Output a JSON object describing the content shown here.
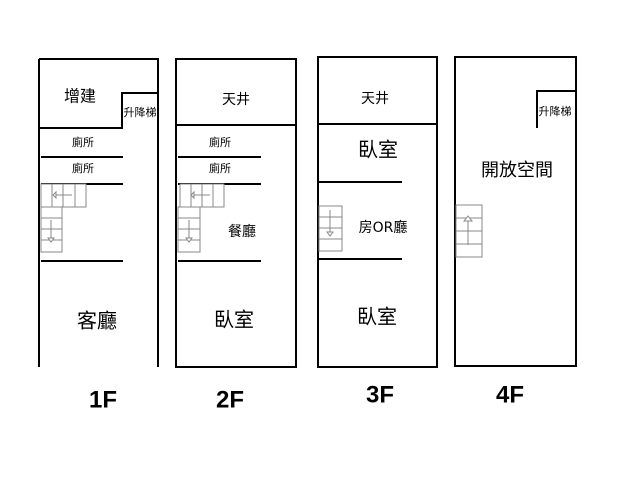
{
  "floors": [
    {
      "label": "1F",
      "rooms": [
        "增建",
        "升降梯",
        "廁所",
        "廁所",
        "客廳"
      ]
    },
    {
      "label": "2F",
      "rooms": [
        "天井",
        "廁所",
        "廁所",
        "餐廳",
        "臥室"
      ]
    },
    {
      "label": "3F",
      "rooms": [
        "天井",
        "臥室",
        "房OR廳",
        "臥室"
      ]
    },
    {
      "label": "4F",
      "rooms": [
        "升降梯",
        "開放空間"
      ]
    }
  ]
}
